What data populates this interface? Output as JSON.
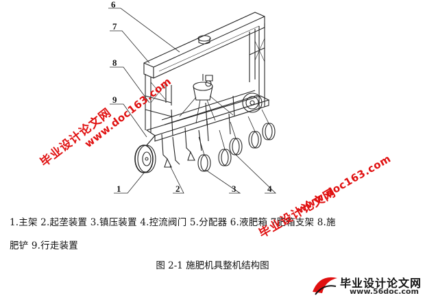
{
  "callouts": [
    "6",
    "7",
    "8",
    "9",
    "1",
    "2",
    "3",
    "4"
  ],
  "legend": {
    "line1": "1.主架 2.起垄装置 3.镇压装置 4.控流阀门 5.分配器 6.液肥箱 7肥箱支架 8.施",
    "line2": "肥铲 9.行走装置"
  },
  "figure_caption": "图 2-1   施肥机具整机结构图",
  "watermarks": {
    "cn": "毕业设计论文网",
    "url": "www.doc163.com"
  },
  "logo": {
    "cn": "毕业设计论文网",
    "url": "www.56doc.com"
  },
  "colors": {
    "watermark": "#e01010",
    "line": "#222222"
  }
}
